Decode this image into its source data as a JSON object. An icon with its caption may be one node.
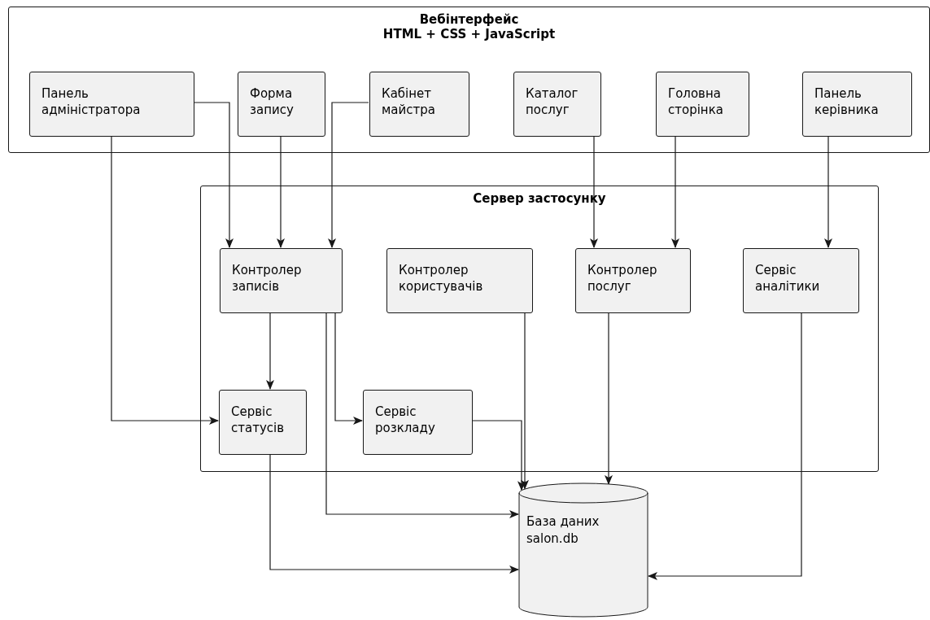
{
  "diagram": {
    "nodes": [
      {
        "text": [
          "Вебінтерфейс",
          "HTML + CSS + JavaScript"
        ]
      },
      {
        "text": [
          "Панель адміністратора"
        ],
        "in": 0
      },
      {
        "text": [
          "Форма запису"
        ],
        "in": 0
      },
      {
        "text": [
          "Кабінет майстра"
        ],
        "in": 0
      },
      {
        "text": [
          "Каталог послуг"
        ],
        "in": 0
      },
      {
        "text": [
          "Головна сторінка"
        ],
        "in": 0
      },
      {
        "text": [
          "Панель керівника"
        ],
        "in": 0
      },
      {
        "text": [
          "Сервер застосунку"
        ]
      },
      {
        "text": [
          "Контролер записів"
        ],
        "in": 7
      },
      {
        "text": [
          "Контролер користувачів"
        ],
        "in": 7
      },
      {
        "text": [
          "Контролер послуг"
        ],
        "in": 7
      },
      {
        "text": [
          "Сервіс аналітики"
        ],
        "in": 7
      },
      {
        "text": [
          "Сервіс статусів"
        ],
        "in": 7
      },
      {
        "text": [
          "Сервіс розкладу"
        ],
        "in": 7
      },
      {
        "text": [
          "База даних salon.db"
        ]
      }
    ],
    "edges": [
      {
        "from": 1,
        "to": 8,
        "arrow": "to"
      },
      {
        "from": 2,
        "to": 8,
        "arrow": "to"
      },
      {
        "from": 3,
        "to": 8,
        "arrow": "to"
      },
      {
        "from": 4,
        "to": 10,
        "arrow": "to"
      },
      {
        "from": 5,
        "to": 10,
        "arrow": "to"
      },
      {
        "from": 6,
        "to": 11,
        "arrow": "to"
      },
      {
        "from": 1,
        "to": 12,
        "arrow": "to"
      },
      {
        "from": 8,
        "to": 12,
        "arrow": "to"
      },
      {
        "from": 8,
        "to": 13,
        "arrow": "to"
      },
      {
        "from": 8,
        "to": 14,
        "arrow": "to"
      },
      {
        "from": 9,
        "to": 14,
        "arrow": "to"
      },
      {
        "from": 13,
        "to": 14,
        "arrow": "to"
      },
      {
        "from": 10,
        "to": 14,
        "arrow": "to"
      },
      {
        "from": 11,
        "to": 14,
        "arrow": "to"
      },
      {
        "from": 12,
        "to": 14,
        "arrow": "to"
      }
    ]
  }
}
